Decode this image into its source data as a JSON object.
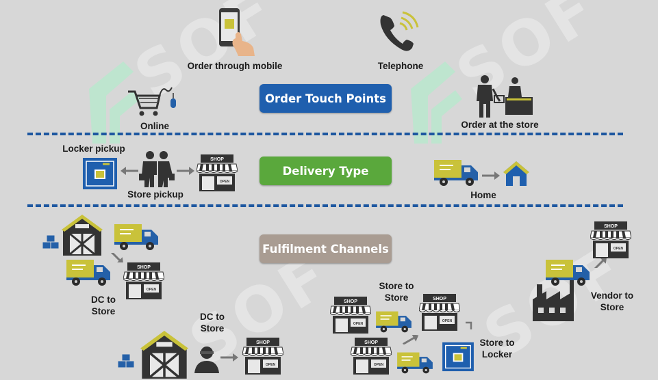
{
  "sections": {
    "order_touch_points": "Order Touch Points",
    "delivery_type": "Delivery Type",
    "fulfilment_channels": "Fulfilment Channels"
  },
  "order": {
    "mobile": "Order through mobile",
    "telephone": "Telephone",
    "online": "Online",
    "store": "Order at the store"
  },
  "delivery": {
    "locker": "Locker pickup",
    "store_pickup": "Store pickup",
    "home": "Home"
  },
  "fulfilment": {
    "dc_to_store": "DC to Store",
    "dc_to_store_2": "DC to Store",
    "store_to_store": "Store to Store",
    "store_to_locker": "Store to Locker",
    "vendor_to_store": "Vendor to Store"
  },
  "shop_sign": "SHOP",
  "shop_open": "OPEN",
  "watermark": "SOF",
  "colors": {
    "blue_pill": "#1f5fae",
    "green_pill": "#5aa83c",
    "grey_pill": "#a99c92",
    "truck_yellow": "#c9c23a",
    "truck_blue": "#2460a8",
    "dark": "#3a3a3a"
  }
}
